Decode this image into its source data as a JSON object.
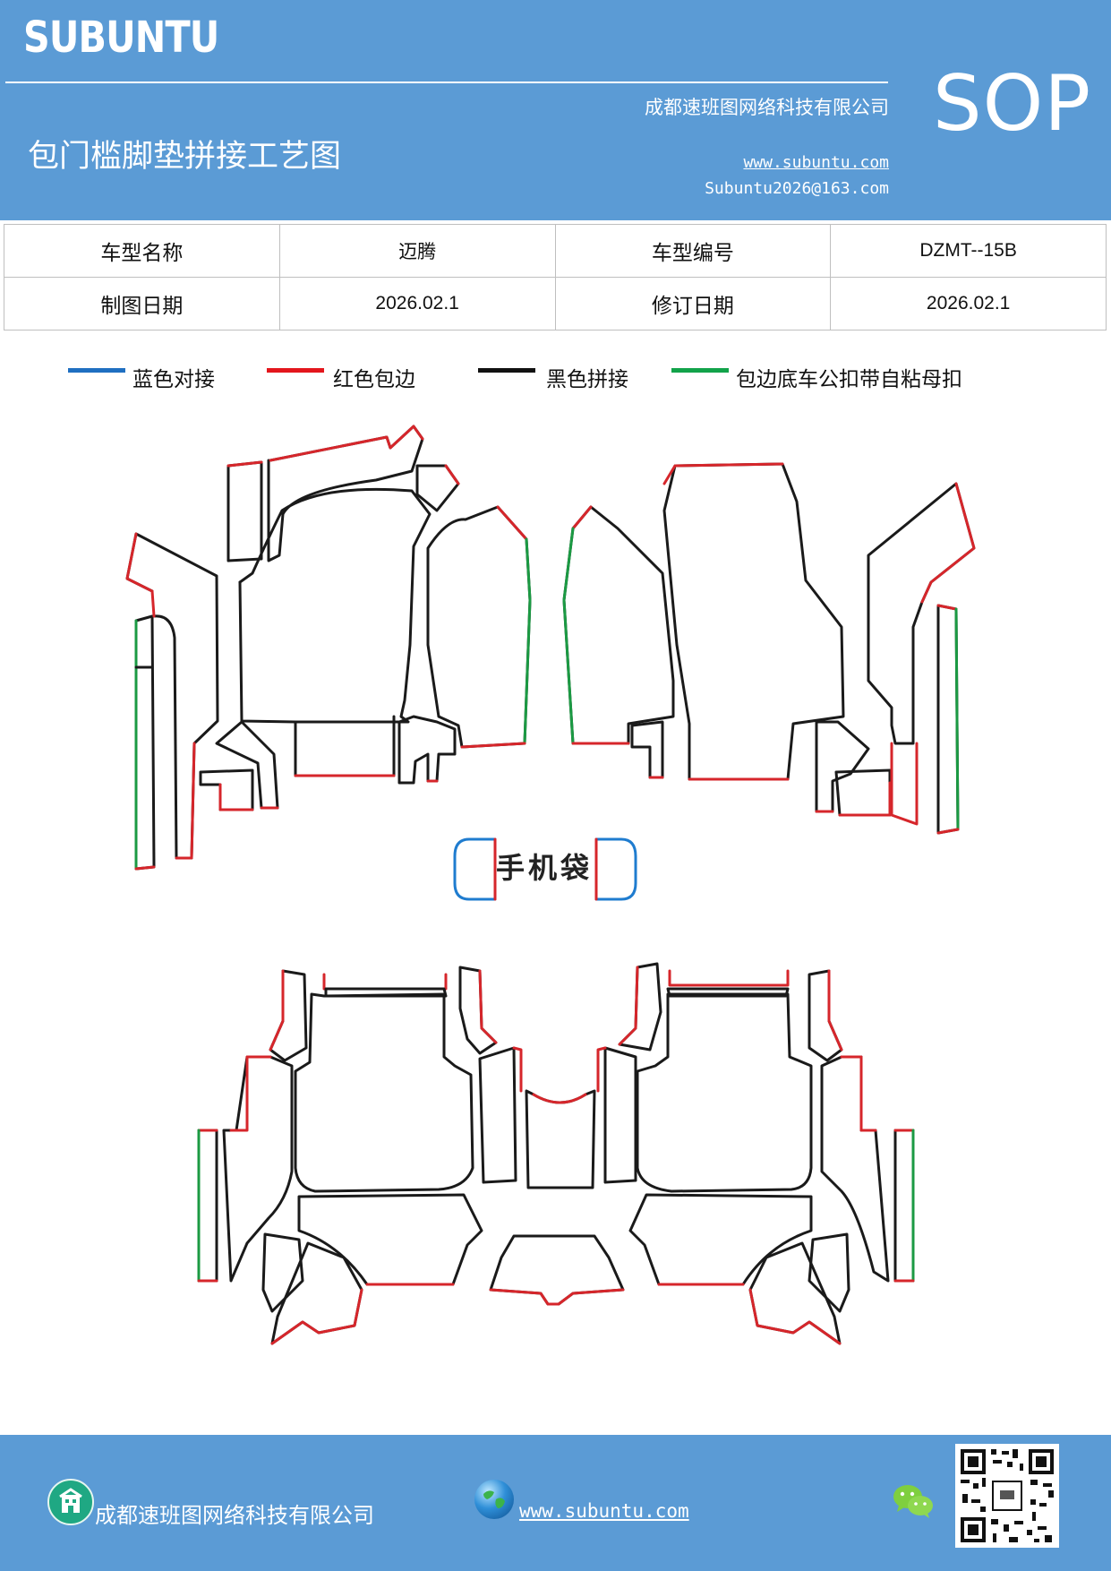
{
  "header": {
    "logo": "SUBUNTU",
    "company": "成都速班图网络科技有限公司",
    "title": "包门槛脚垫拼接工艺图",
    "url": "www.subuntu.com",
    "email": "Subuntu2026@163.com",
    "sop": "SOP"
  },
  "info": {
    "model_name_label": "车型名称",
    "model_name": "迈腾",
    "model_code_label": "车型编号",
    "model_code": "DZMT--15B",
    "draw_date_label": "制图日期",
    "draw_date": "2026.02.1",
    "revise_date_label": "修订日期",
    "revise_date": "2026.02.1"
  },
  "legend": [
    {
      "label": "蓝色对接",
      "color": "#1f6fc1"
    },
    {
      "label": "红色包边",
      "color": "#e3161c"
    },
    {
      "label": "黑色拼接",
      "color": "#111111"
    },
    {
      "label": "包边底车公扣带自粘母扣",
      "color": "#12a34a"
    }
  ],
  "diagram": {
    "phone_pocket_label": "手机袋",
    "colors": {
      "blue": "#1f7ccf",
      "red": "#d6262b",
      "black": "#1a1a1a",
      "green": "#1b9a43"
    }
  },
  "footer": {
    "company": "成都速班图网络科技有限公司",
    "url": "www.subuntu.com",
    "company_icon": "building-icon",
    "web_icon": "globe-icon",
    "social_icon": "wechat-icon",
    "qr": "qr-code"
  }
}
